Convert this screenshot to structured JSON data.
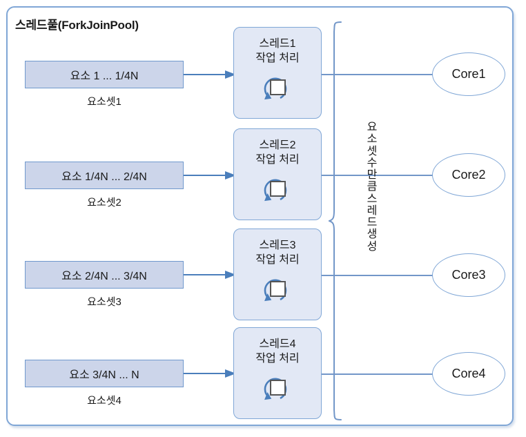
{
  "diagram": {
    "title": "스레드풀(ForkJoinPool)",
    "vertical_note": "요소셋 수만큼 스레드 생성",
    "vertical_note_chars": [
      "요",
      "소",
      "셋",
      "수",
      "만",
      "큼",
      "스",
      "레",
      "드",
      "생",
      "성"
    ],
    "colors": {
      "frame_border": "#7fa6d6",
      "elem_box_fill": "#ccd5ea",
      "elem_box_border": "#6f98cd",
      "thread_box_fill": "#e2e8f5",
      "thread_box_border": "#7fa6d6",
      "connector": "#7296c8",
      "arrow": "#4a7ebb",
      "core_fill": "#ffffff",
      "core_border": "#7fa6d6",
      "text": "#1a1a1a"
    },
    "rows": [
      {
        "element_range": "요소 1 ... 1/4N",
        "element_set_label": "요소셋1",
        "thread_name": "스레드1",
        "thread_action": "작업 처리",
        "core_label": "Core1"
      },
      {
        "element_range": "요소 1/4N ... 2/4N",
        "element_set_label": "요소셋2",
        "thread_name": "스레드2",
        "thread_action": "작업 처리",
        "core_label": "Core2"
      },
      {
        "element_range": "요소 2/4N ... 3/4N",
        "element_set_label": "요소셋3",
        "thread_name": "스레드3",
        "thread_action": "작업 처리",
        "core_label": "Core3"
      },
      {
        "element_range": "요소 3/4N ... N",
        "element_set_label": "요소셋4",
        "thread_name": "스레드4",
        "thread_action": "작업 처리",
        "core_label": "Core4"
      }
    ]
  }
}
